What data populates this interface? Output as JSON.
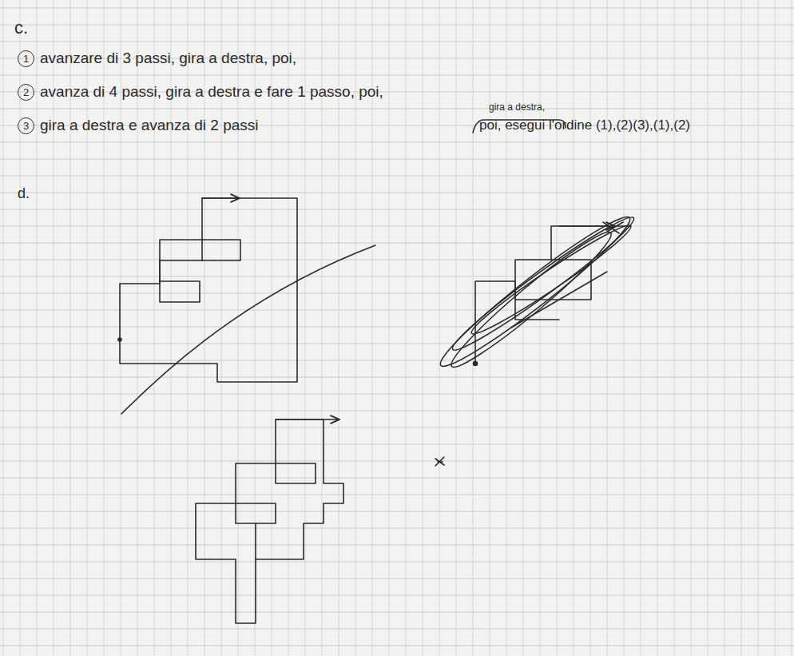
{
  "diagram": {
    "labels": [
      "c.",
      "1",
      "avanzare di 3 passi, gira a destra, poi,",
      "2",
      "avanza di 4 passi, gira a destra e fare 1 passo, poi,",
      "3",
      "gira a destra e avanza di 2 passi",
      "gira a destra,",
      "poi, esegui l'ordine (1),(2)(3),(1),(2)",
      "d."
    ]
  }
}
